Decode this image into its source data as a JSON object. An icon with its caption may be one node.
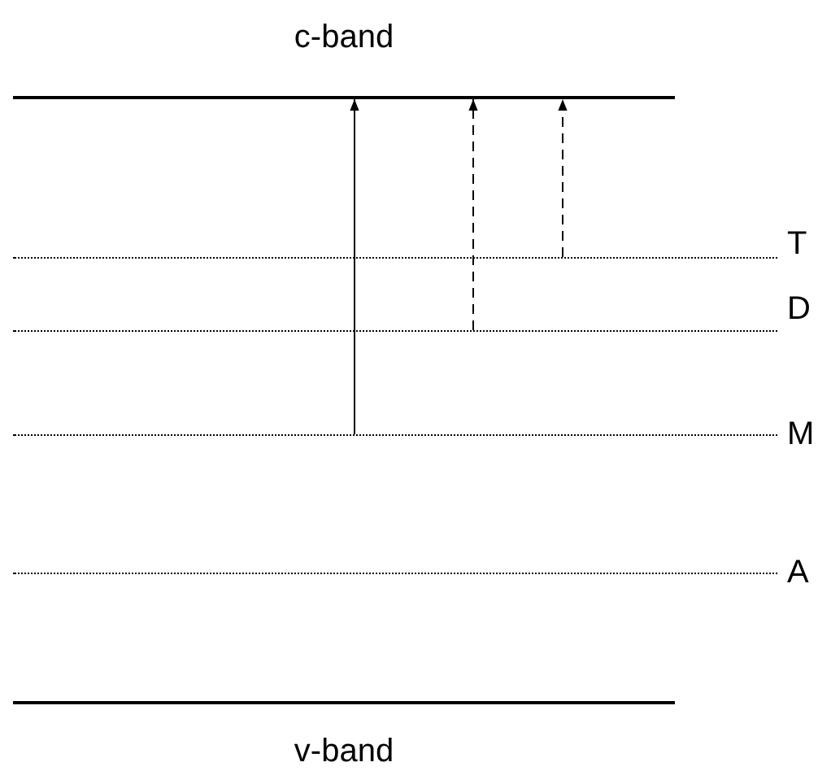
{
  "diagram": {
    "nodes": [
      {
        "text": [
          "c-band"
        ]
      },
      {
        "text": [
          "T"
        ]
      },
      {
        "text": [
          "D"
        ]
      },
      {
        "text": [
          "M"
        ]
      },
      {
        "text": [
          "A"
        ]
      },
      {
        "text": [
          "v-band"
        ]
      }
    ],
    "edges": [
      {
        "from": 3,
        "to": 0,
        "arrow": "to"
      },
      {
        "from": 2,
        "to": 0,
        "arrow": "to",
        "style": "dashed"
      },
      {
        "from": 1,
        "to": 0,
        "arrow": "to",
        "style": "dashed"
      }
    ]
  }
}
